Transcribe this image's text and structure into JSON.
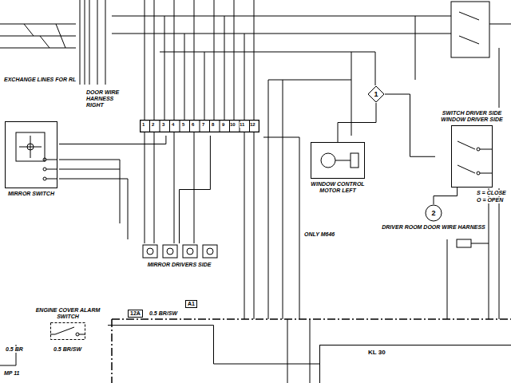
{
  "diagram": {
    "nodes": [
      {
        "text": [
          "MIRROR SWITCH"
        ]
      },
      {
        "text": [
          "DOOR WIRE HARNESS RIGHT"
        ]
      },
      {
        "text": [
          "WINDOW CONTROL MOTOR LEFT"
        ]
      },
      {
        "text": [
          "1"
        ]
      },
      {
        "text": [
          "SWITCH DRIVER SIDE WINDOW DRIVER SIDE"
        ]
      },
      {
        "text": [
          "2",
          "DRIVER ROOM DOOR WIRE HARNESS"
        ]
      },
      {
        "text": [
          "MIRROR DRIVERS SIDE"
        ]
      },
      {
        "text": [
          "ENGINE COVER ALARM SWITCH"
        ]
      },
      {
        "text": [
          "KL 30"
        ]
      }
    ],
    "edges": [
      {
        "from": 0,
        "to": 1,
        "arrow": "none"
      },
      {
        "from": 1,
        "to": 6,
        "arrow": "none"
      },
      {
        "from": 3,
        "to": 4,
        "arrow": "none"
      },
      {
        "from": 2,
        "to": 3,
        "arrow": "none"
      },
      {
        "from": 4,
        "to": 5,
        "arrow": "none"
      },
      {
        "from": 7,
        "to": 8,
        "arrow": "none"
      }
    ],
    "labels": [
      "EXCHANGE LINES FOR RL",
      "1",
      "2",
      "3",
      "4",
      "5",
      "6",
      "7",
      "8",
      "9",
      "10",
      "11",
      "12",
      "S = CLOSE",
      "O = OPEN",
      "ONLY M646",
      "12A",
      "A1",
      "0.5 BR/SW",
      "0.5 BR",
      "0.5 BR/SW",
      "MP 11"
    ]
  }
}
